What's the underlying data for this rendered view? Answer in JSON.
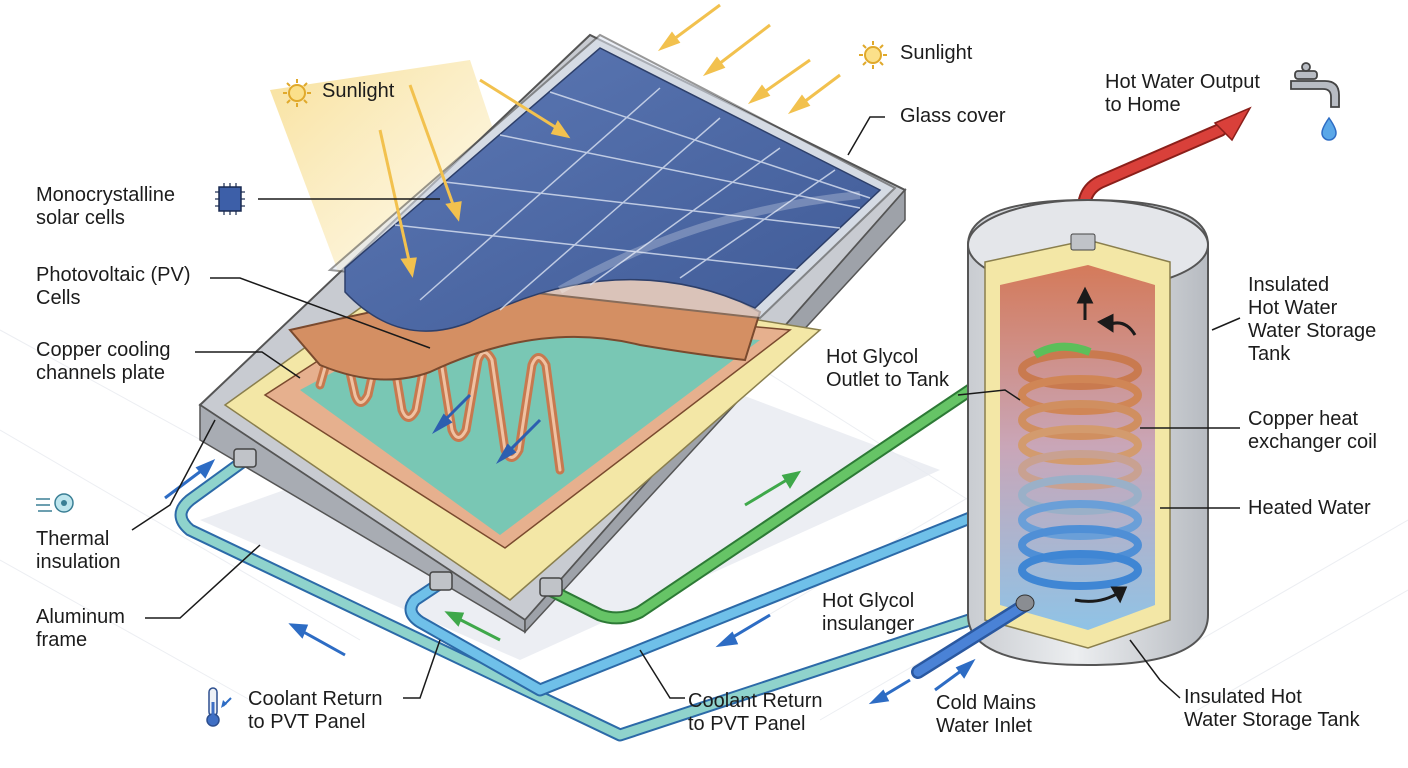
{
  "labels": {
    "sunlight_left": "Sunlight",
    "sunlight_right": "Sunlight",
    "glass_cover": "Glass cover",
    "mono_cells": [
      "Monocrystalline",
      "solar cells"
    ],
    "pv_cells": [
      "Photovoltaic (PV)",
      "Cells"
    ],
    "copper_plate": [
      "Copper cooling",
      "channels plate"
    ],
    "thermal_insulation": [
      "Thermal",
      "insulation"
    ],
    "aluminum_frame": [
      "Aluminum",
      "frame"
    ],
    "coolant_return_left": [
      "Coolant Return",
      "to PVT Panel"
    ],
    "coolant_return_mid": [
      "Coolant Return",
      "to PVT Panel"
    ],
    "hot_glycol_outlet": [
      "Hot Glycol",
      "Outlet to Tank"
    ],
    "hot_glycol_insulanger": [
      "Hot Glycol",
      "insulanger"
    ],
    "cold_mains": [
      "Cold Mains",
      "Water Inlet"
    ],
    "hot_water_output": [
      "Hot Water Output",
      "to Home"
    ],
    "tank_top": [
      "Insulated",
      "Hot Water",
      "Water Storage",
      "Tank"
    ],
    "copper_coil": [
      "Copper heat",
      "exchanger coil"
    ],
    "heated_water": "Heated Water",
    "tank_bottom": [
      "Insulated Hot",
      "Water Storage Tank"
    ]
  },
  "icons": [
    "sun-icon",
    "chip-icon",
    "fan-icon",
    "thermometer-icon",
    "faucet-icon",
    "water-drop-icon"
  ],
  "colors": {
    "hot_pipe": "#d9403a",
    "glycol_pipe": "#5cbf5a",
    "cold_pipe": "#3f86d4",
    "copper": "#d48f63",
    "insulation": "#f3e7a6",
    "panel_blue": "#4c6aa8",
    "sun_ray": "#f2c14e",
    "frame": "#b9bcc2"
  }
}
